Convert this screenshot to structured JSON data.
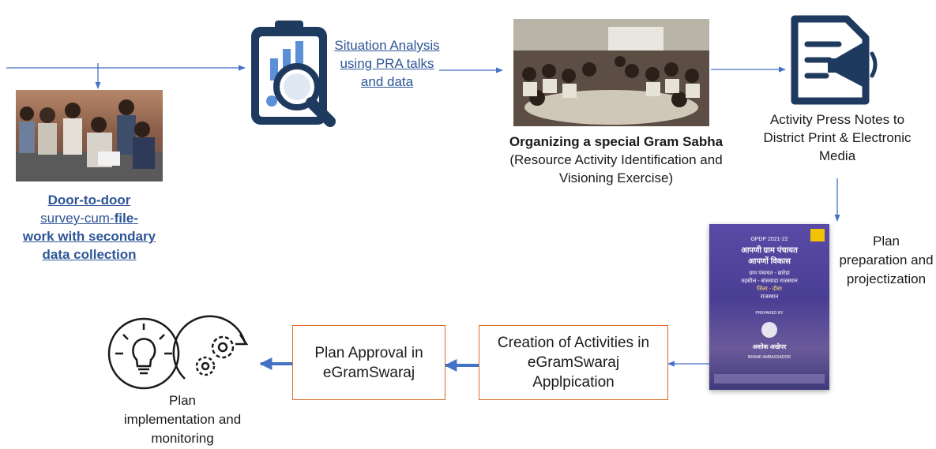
{
  "colors": {
    "arrow": "#4472c4",
    "link": "#2e5597",
    "box_border": "#d86a2a",
    "icon_navy": "#1f3a5f"
  },
  "steps": {
    "door_to_door": {
      "part1": "Door-to-door",
      "part2": "survey-cum-",
      "part3": "file-",
      "part4": "work with secondary data collection"
    },
    "situation": {
      "label": "Situation Analysis using PRA talks and data"
    },
    "gram_sabha": {
      "title": "Organizing a special Gram Sabha",
      "detail": "(Resource Activity Identification and Visioning Exercise)"
    },
    "press": {
      "label": "Activity Press Notes to District Print & Electronic Media"
    },
    "plan_prep": {
      "label": "Plan preparation and projectization"
    },
    "creation": {
      "label": "Creation of Activities in eGramSwaraj Applpication"
    },
    "approval": {
      "label": "Plan Approval in eGramSwaraj"
    },
    "implementation": {
      "label": "Plan implementation and monitoring"
    }
  },
  "poster": {
    "line1": "GPDP 2021-22",
    "line2": "आपणी ग्राम पंचायत",
    "line3": "आपणों विकास",
    "line4": "ग्राम पंचायत - छारेडा",
    "line5": "तहसील - बांसवाडा राजस्थान",
    "line6": "जिला - दौसा",
    "line7": "राजस्थान",
    "prepared": "PREPARED BY",
    "name": "अशोक अखेपर",
    "ambassador": "BRAND AMBASSADOR"
  }
}
